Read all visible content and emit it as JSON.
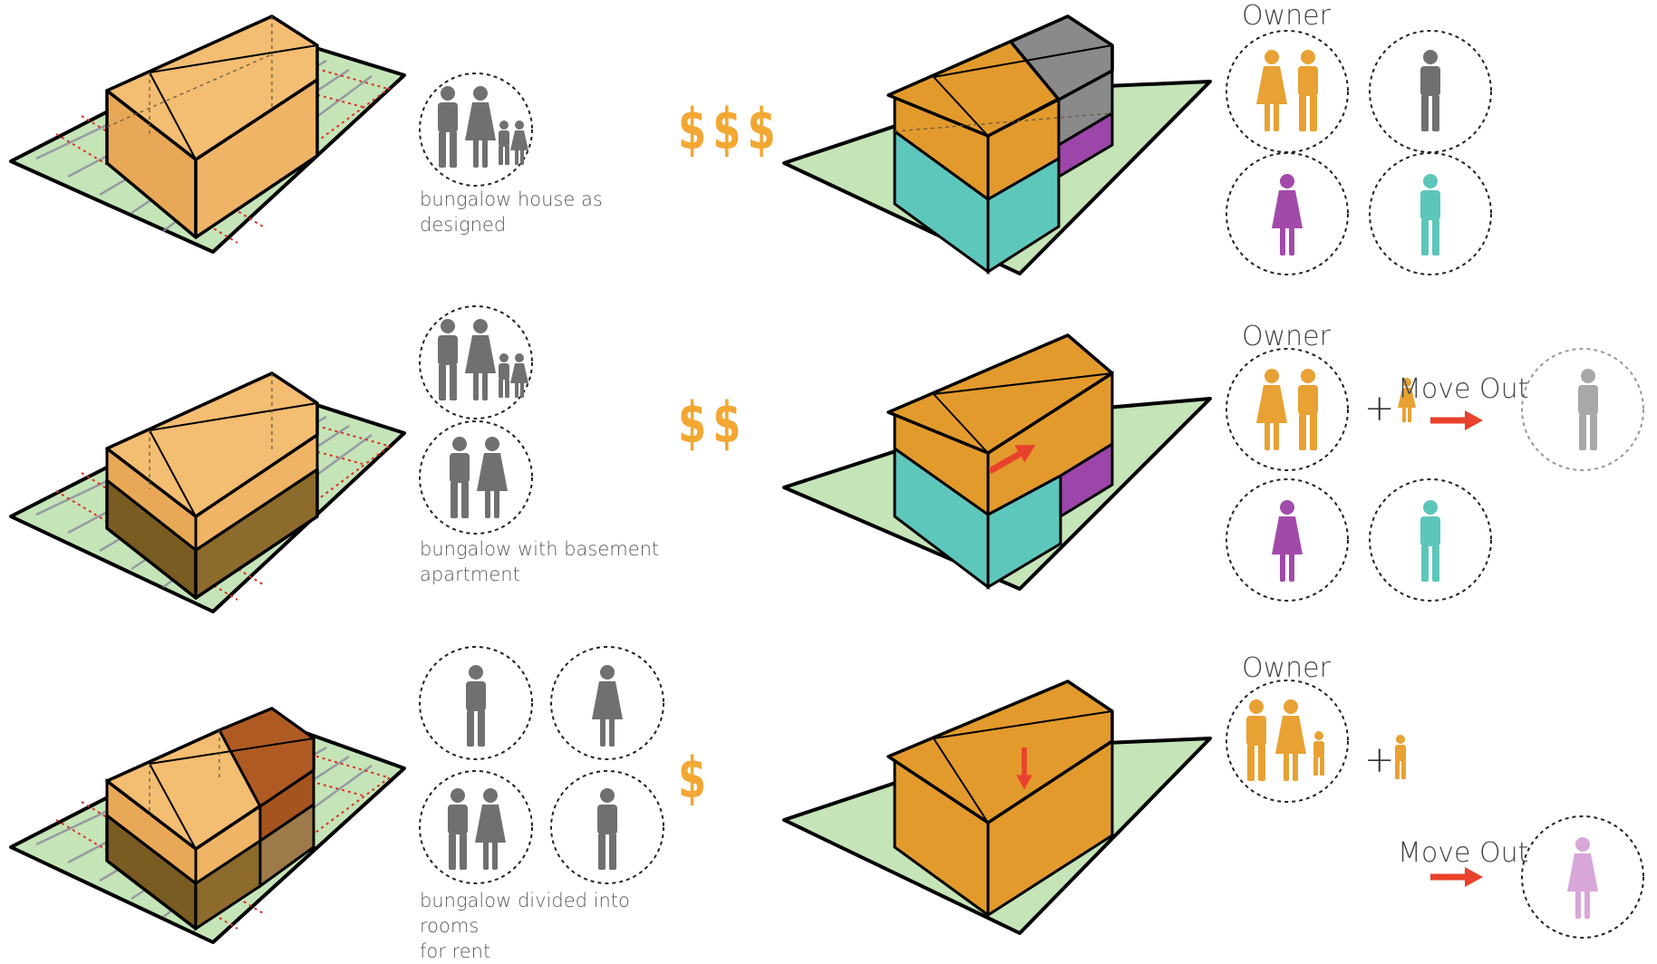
{
  "colors": {
    "lot_green": "#c5e4b8",
    "house_orange": "#f0b466",
    "house_dark_orange": "#e39a2d",
    "basement_olive": "#8c6b2c",
    "room_rust": "#a6541f",
    "grey_unit": "#8a8a8a",
    "purple_unit": "#9b46a8",
    "teal_unit": "#5ec7bc",
    "dollar_orange": "#f3a733",
    "arrow_red": "#e8412c",
    "person_grey": "#707070",
    "person_orange": "#e8a133",
    "person_purple": "#a24aaa",
    "person_teal": "#5cc6ba",
    "person_light_grey": "#a8a8a8",
    "person_pink": "#d9a6d8"
  },
  "rows": [
    {
      "caption": "bungalow house as designed",
      "dollars": "$$$"
    },
    {
      "caption_line1": "bungalow with basement",
      "caption_line2": "apartment",
      "dollars": "$$"
    },
    {
      "caption_line1": "bungalow divided into rooms",
      "caption_line2": "for rent",
      "dollars": "$"
    }
  ],
  "labels": {
    "owner": "Owner",
    "move_out": "Move Out",
    "plus": "+"
  },
  "icons": {
    "person_man": "man-icon",
    "person_woman": "woman-icon",
    "person_child": "child-icon",
    "arrow": "arrow-right-icon"
  }
}
